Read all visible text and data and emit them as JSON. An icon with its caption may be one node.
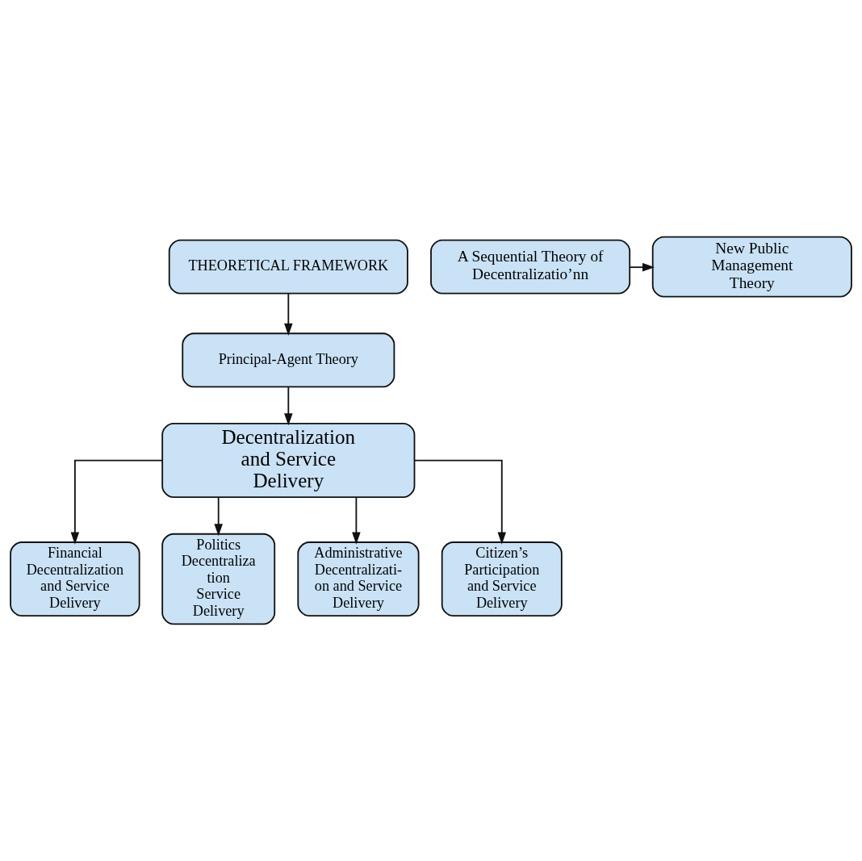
{
  "diagram": {
    "nodes": [
      {
        "text": [
          "THEORETICAL FRAMEWORK"
        ]
      },
      {
        "text": [
          "Principal-Agent Theory"
        ]
      },
      {
        "text": [
          "A Sequential Theory of Decentralizatio’nn"
        ]
      },
      {
        "text": [
          "New Public Management Theory"
        ]
      },
      {
        "text": [
          "Decentralization and Service Delivery"
        ]
      },
      {
        "text": [
          "Financial Decentralization and Service Delivery"
        ]
      },
      {
        "text": [
          "Politics Decentraliza tion Service Delivery"
        ]
      },
      {
        "text": [
          "Administrative Decentralizati- on and Service Delivery"
        ]
      },
      {
        "text": [
          "Citizen’s Participation and Service Delivery"
        ]
      }
    ],
    "edges": [
      {
        "from": 0,
        "to": 1,
        "arrow": "to"
      },
      {
        "from": 1,
        "to": 4,
        "arrow": "to"
      },
      {
        "from": 2,
        "to": 3,
        "arrow": "to"
      },
      {
        "from": 4,
        "to": 5,
        "arrow": "to"
      },
      {
        "from": 4,
        "to": 6,
        "arrow": "to"
      },
      {
        "from": 4,
        "to": 7,
        "arrow": "to"
      },
      {
        "from": 4,
        "to": 8,
        "arrow": "to"
      }
    ]
  }
}
